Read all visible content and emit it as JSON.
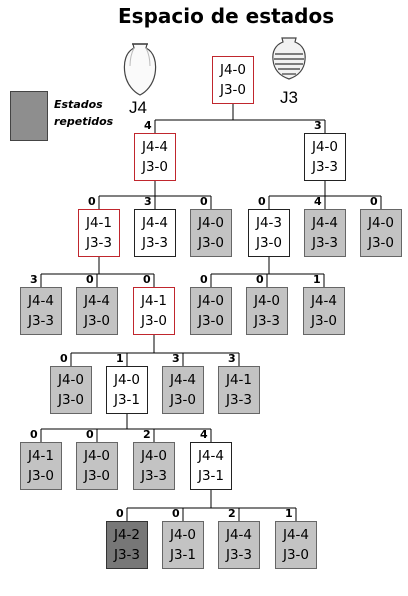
{
  "title": "Espacio de estados",
  "jugs": [
    {
      "label": "J4",
      "icon": "amphora-icon"
    },
    {
      "label": "J3",
      "icon": "striped-jar-icon"
    }
  ],
  "legend": {
    "label_line1": "Estados",
    "label_line2": "repetidos",
    "color": "#8e8e8e"
  },
  "colors": {
    "repeated_state": "#c3c3c3",
    "final_state": "#777777",
    "path_border": "#c0262d"
  },
  "tree": {
    "nodes": [
      {
        "id": "n0",
        "j4": "J4-0",
        "j3": "J3-0",
        "style": "red",
        "label": ""
      },
      {
        "id": "n1",
        "j4": "J4-4",
        "j3": "J3-0",
        "style": "red",
        "label": "4"
      },
      {
        "id": "n2",
        "j4": "J4-0",
        "j3": "J3-3",
        "style": "white",
        "label": "3"
      },
      {
        "id": "n3",
        "j4": "J4-1",
        "j3": "J3-3",
        "style": "red",
        "label": "0"
      },
      {
        "id": "n4",
        "j4": "J4-4",
        "j3": "J3-3",
        "style": "white",
        "label": "3"
      },
      {
        "id": "n5",
        "j4": "J4-0",
        "j3": "J3-0",
        "style": "gray",
        "label": "0"
      },
      {
        "id": "n6",
        "j4": "J4-3",
        "j3": "J3-0",
        "style": "white",
        "label": "0"
      },
      {
        "id": "n7",
        "j4": "J4-4",
        "j3": "J3-3",
        "style": "gray",
        "label": "4"
      },
      {
        "id": "n8",
        "j4": "J4-0",
        "j3": "J3-0",
        "style": "gray",
        "label": "0"
      },
      {
        "id": "n9",
        "j4": "J4-4",
        "j3": "J3-3",
        "style": "gray",
        "label": "3"
      },
      {
        "id": "n10",
        "j4": "J4-4",
        "j3": "J3-0",
        "style": "gray",
        "label": "0"
      },
      {
        "id": "n11",
        "j4": "J4-1",
        "j3": "J3-0",
        "style": "red",
        "label": "0"
      },
      {
        "id": "n12",
        "j4": "J4-0",
        "j3": "J3-0",
        "style": "gray",
        "label": "0"
      },
      {
        "id": "n13",
        "j4": "J4-0",
        "j3": "J3-3",
        "style": "gray",
        "label": "0"
      },
      {
        "id": "n14",
        "j4": "J4-4",
        "j3": "J3-0",
        "style": "gray",
        "label": "1"
      },
      {
        "id": "n15",
        "j4": "J4-0",
        "j3": "J3-0",
        "style": "gray",
        "label": "0"
      },
      {
        "id": "n16",
        "j4": "J4-0",
        "j3": "J3-1",
        "style": "white",
        "label": "1"
      },
      {
        "id": "n17",
        "j4": "J4-4",
        "j3": "J3-0",
        "style": "gray",
        "label": "3"
      },
      {
        "id": "n18",
        "j4": "J4-1",
        "j3": "J3-3",
        "style": "gray",
        "label": "3"
      },
      {
        "id": "n19",
        "j4": "J4-1",
        "j3": "J3-0",
        "style": "gray",
        "label": "0"
      },
      {
        "id": "n20",
        "j4": "J4-0",
        "j3": "J3-0",
        "style": "gray",
        "label": "0"
      },
      {
        "id": "n21",
        "j4": "J4-0",
        "j3": "J3-3",
        "style": "gray",
        "label": "2"
      },
      {
        "id": "n22",
        "j4": "J4-4",
        "j3": "J3-1",
        "style": "white",
        "label": "4"
      },
      {
        "id": "n23",
        "j4": "J4-2",
        "j3": "J3-3",
        "style": "dark",
        "label": "0"
      },
      {
        "id": "n24",
        "j4": "J4-0",
        "j3": "J3-1",
        "style": "gray",
        "label": "0"
      },
      {
        "id": "n25",
        "j4": "J4-4",
        "j3": "J3-3",
        "style": "gray",
        "label": "2"
      },
      {
        "id": "n26",
        "j4": "J4-4",
        "j3": "J3-0",
        "style": "gray",
        "label": "1"
      }
    ],
    "edges": [
      [
        "n0",
        "n1"
      ],
      [
        "n0",
        "n2"
      ],
      [
        "n1",
        "n3"
      ],
      [
        "n1",
        "n4"
      ],
      [
        "n1",
        "n5"
      ],
      [
        "n2",
        "n6"
      ],
      [
        "n2",
        "n7"
      ],
      [
        "n2",
        "n8"
      ],
      [
        "n3",
        "n9"
      ],
      [
        "n3",
        "n10"
      ],
      [
        "n3",
        "n11"
      ],
      [
        "n6",
        "n12"
      ],
      [
        "n6",
        "n13"
      ],
      [
        "n6",
        "n14"
      ],
      [
        "n11",
        "n15"
      ],
      [
        "n11",
        "n16"
      ],
      [
        "n11",
        "n17"
      ],
      [
        "n11",
        "n18"
      ],
      [
        "n16",
        "n19"
      ],
      [
        "n16",
        "n20"
      ],
      [
        "n16",
        "n21"
      ],
      [
        "n16",
        "n22"
      ],
      [
        "n22",
        "n23"
      ],
      [
        "n22",
        "n24"
      ],
      [
        "n22",
        "n25"
      ],
      [
        "n22",
        "n26"
      ]
    ]
  }
}
